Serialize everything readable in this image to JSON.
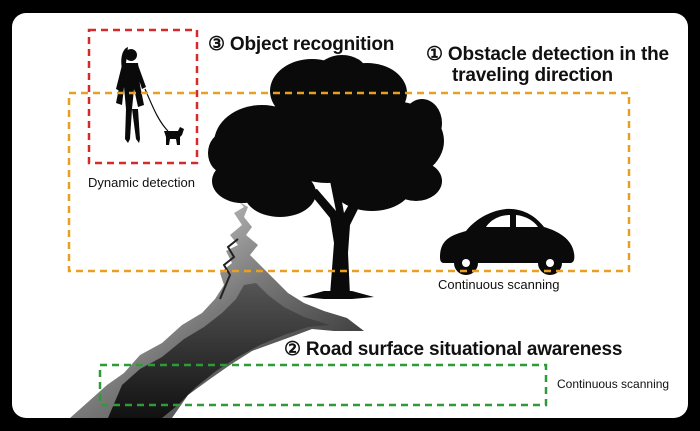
{
  "labels": {
    "object_recognition": "③ Object recognition",
    "obstacle_detection_line1": "① Obstacle detection in the",
    "obstacle_detection_line2": "traveling direction",
    "road_surface": "② Road surface situational awareness",
    "dynamic_detection": "Dynamic detection",
    "continuous_scanning_top": "Continuous scanning",
    "continuous_scanning_bottom": "Continuous scanning"
  },
  "icons": [
    "person-walking-dog-silhouette-icon",
    "tree-silhouette-icon",
    "car-silhouette-icon",
    "road-crack-icon"
  ],
  "colors": {
    "background": "#ffffff",
    "frame": "#000000",
    "object_box": "#d42a2a",
    "obstacle_box": "#e8a020",
    "road_box": "#2e9a3a",
    "silhouette": "#0a0a0a"
  }
}
